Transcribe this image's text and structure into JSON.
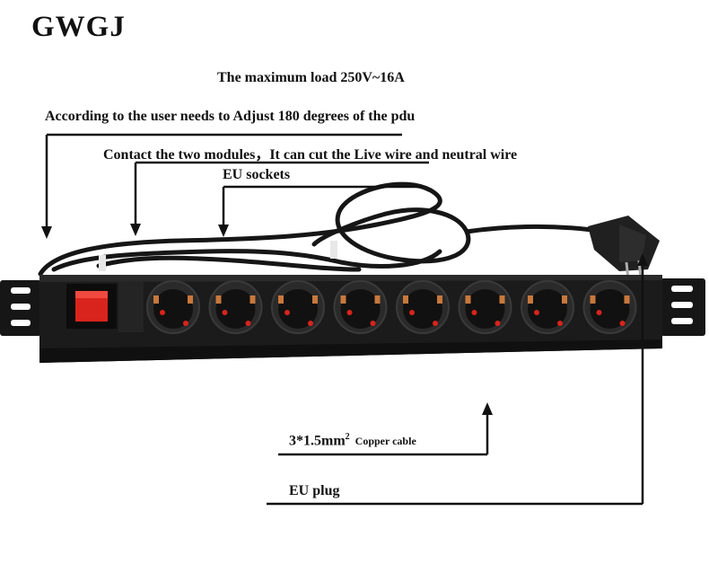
{
  "brand": "GWGJ",
  "specs": {
    "max_load": "The maximum load  250V~16A"
  },
  "annotations": {
    "adjust": "According to the user needs to Adjust 180 degrees of the pdu",
    "modules": "Contact the two modules，It can cut the Live wire and neutral wire",
    "eu_sockets": "EU sockets",
    "cable_prefix": "3*1.5mm",
    "cable_sup": "2",
    "cable_suffix": "Copper cable",
    "eu_plug": "EU plug"
  },
  "product": {
    "socket_count": 8,
    "switch_color": "#d8241c",
    "body_color": "#1b1b1b"
  }
}
